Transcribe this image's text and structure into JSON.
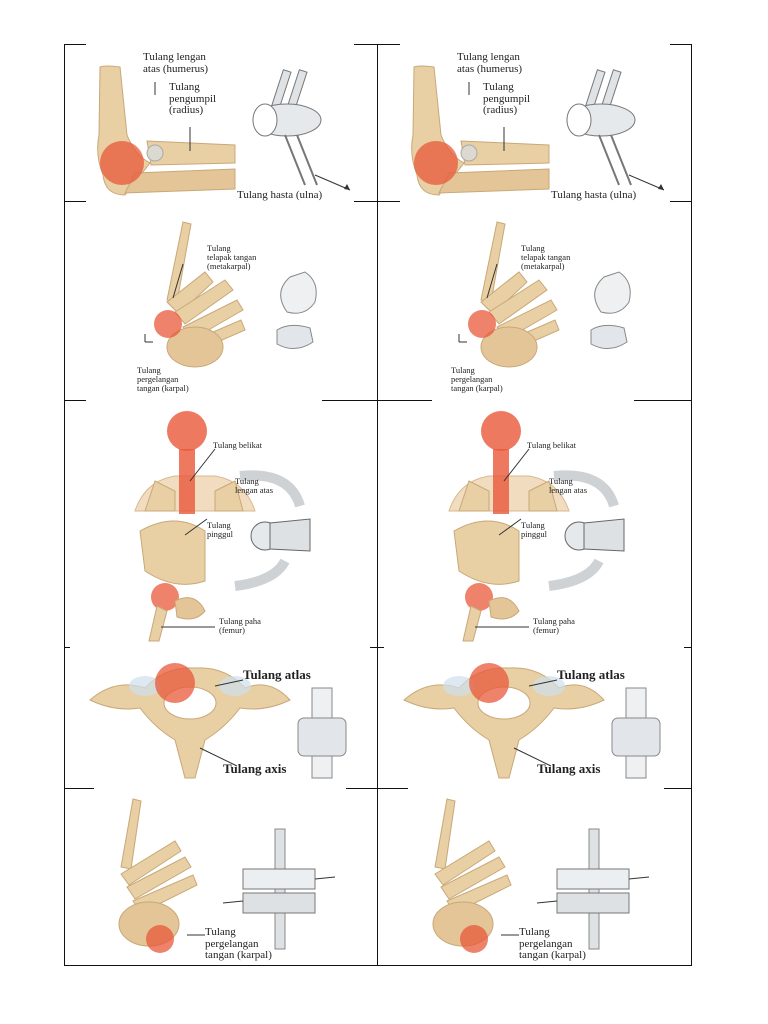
{
  "panels": {
    "elbow": {
      "humerus_line1": "Tulang lengan",
      "humerus_line2": "atas (humerus)",
      "radius_line1": "Tulang",
      "radius_line2": "pengumpil",
      "radius_line3": "(radius)",
      "ulna": "Tulang hasta (ulna)"
    },
    "thumb": {
      "metacarpal_line1": "Tulang",
      "metacarpal_line2": "telapak tangan",
      "metacarpal_line3": "(metakarpal)",
      "carpal_line1": "Tulang",
      "carpal_line2": "pergelangan",
      "carpal_line3": "tangan (karpal)"
    },
    "ball_socket": {
      "scapula": "Tulang belikat",
      "upper_arm_line1": "Tulang",
      "upper_arm_line2": "lengan atas",
      "hip_line1": "Tulang",
      "hip_line2": "pinggul",
      "femur_line1": "Tulang paha",
      "femur_line2": "(femur)"
    },
    "pivot": {
      "atlas": "Tulang atlas",
      "axis": "Tulang axis"
    },
    "gliding": {
      "carpal_line1": "Tulang",
      "carpal_line2": "pergelangan",
      "carpal_line3": "tangan (karpal)"
    }
  },
  "colors": {
    "bone": "#e8cfa4",
    "bone_shadow": "#c9a878",
    "joint_highlight": "#e8583a",
    "mechanical_model": "#d9dde0",
    "border": "#111111"
  }
}
